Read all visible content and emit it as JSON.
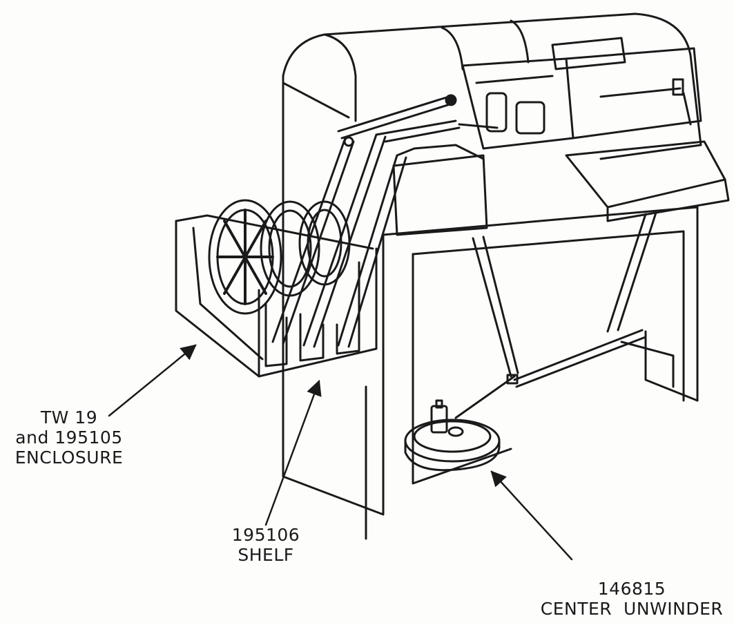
{
  "callouts": {
    "enclosure": {
      "line1": "TW 19",
      "line2": "and 195105",
      "line3": "ENCLOSURE"
    },
    "shelf": {
      "line1": "195106",
      "line2": "SHELF"
    },
    "unwinder": {
      "line1": "146815",
      "line2": "CENTER  UNWINDER"
    }
  },
  "colors": {
    "ink": "#1a1a1a",
    "paper": "#fdfdfc"
  }
}
